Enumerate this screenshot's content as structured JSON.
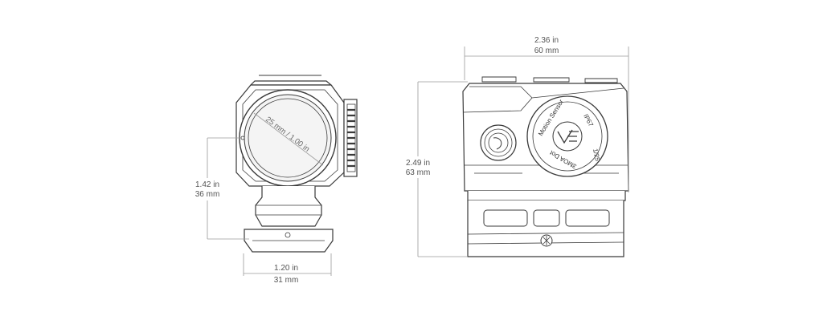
{
  "dimensions": {
    "width": {
      "inches": "2.36 in",
      "mm": "60 mm"
    },
    "height_total": {
      "inches": "2.49 in",
      "mm": "63 mm"
    },
    "optical_axis_height": {
      "inches": "1.42 in",
      "mm": "36 mm"
    },
    "base_width": {
      "inches": "1.20 in",
      "mm": "31 mm"
    },
    "lens_diameter": "25 mm / 1.00 in"
  },
  "turret_markings": {
    "motion_sensor": "Motion Sensor",
    "ip_rating": "IP67",
    "dot_size": "3MOA Dot",
    "click_value": "1/25"
  },
  "colors": {
    "line": "#3a3a3a",
    "dimension_line": "#9a9a9a",
    "label": "#555555",
    "lens_fill": "#f4f4f4"
  }
}
